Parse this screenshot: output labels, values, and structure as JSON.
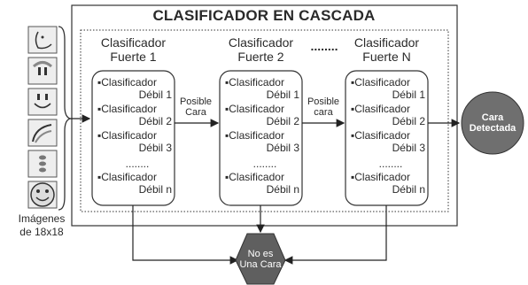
{
  "title": "CLASIFICADOR EN CASCADA",
  "images_label": [
    "Imágenes",
    "de 18x18"
  ],
  "input_icons": [
    "face-left-profile-icon",
    "face-eyes-icon",
    "face-smile-icon",
    "face-curve-icon",
    "face-nose-icon",
    "smiley-face-icon"
  ],
  "strong_classifiers": [
    {
      "title": [
        "Clasificador",
        "Fuerte 1"
      ],
      "weak": [
        {
          "name": "▪Clasificador",
          "num": "Débil 1"
        },
        {
          "name": "▪Clasificador",
          "num": "Débil 2"
        },
        {
          "name": "▪Clasificador",
          "num": "Débil 3"
        },
        {
          "name": "▪Clasificador",
          "num": "Débil n"
        }
      ]
    },
    {
      "title": [
        "Clasificador",
        "Fuerte 2"
      ],
      "weak": [
        {
          "name": "▪Clasificador",
          "num": "Débil 1"
        },
        {
          "name": "▪Clasificador",
          "num": "Débil 2"
        },
        {
          "name": "▪Clasificador",
          "num": "Débil 3"
        },
        {
          "name": "▪Clasificador",
          "num": "Débil n"
        }
      ]
    },
    {
      "title": [
        "Clasificador",
        "Fuerte N"
      ],
      "weak": [
        {
          "name": "▪Clasificador",
          "num": "Débil 1"
        },
        {
          "name": "▪Clasificador",
          "num": "Débil 2"
        },
        {
          "name": "▪Clasificador",
          "num": "Débil 3"
        },
        {
          "name": "▪Clasificador",
          "num": "Débil n"
        }
      ]
    }
  ],
  "ellipsis": "........",
  "between_stages_dots": "........",
  "edge_labels": [
    [
      "Posible",
      "Cara"
    ],
    [
      "Posible",
      "cara"
    ]
  ],
  "detected": [
    "Cara",
    "Detectada"
  ],
  "rejected": [
    "No es",
    "Una Cara"
  ],
  "colors": {
    "node_fill": "#6f6f6f",
    "line": "#333333",
    "accent": "#111111"
  }
}
